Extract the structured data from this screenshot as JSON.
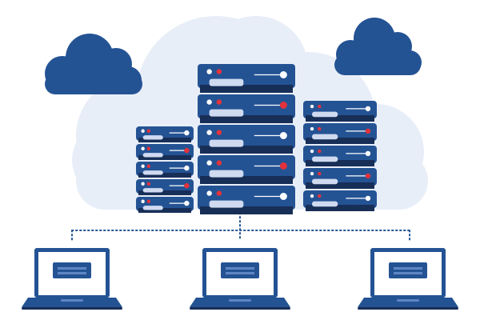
{
  "illustration": {
    "palette": {
      "background": "#ffffff",
      "cloud_light": "#e8eef8",
      "cloud_dark": "#245394",
      "server_body": "#245394",
      "server_dark": "#1b3f73",
      "server_shadow": "#172e57",
      "led_red": "#e2323c",
      "led_white": "#ffffff",
      "laptop_body": "#245394",
      "laptop_screen": "#ffffff",
      "laptop_window": "#245394",
      "connector": "#245394"
    },
    "clouds": [
      {
        "name": "background-cloud",
        "icon": "cloud-icon"
      },
      {
        "name": "cloud-left",
        "icon": "cloud-icon"
      },
      {
        "name": "cloud-right",
        "icon": "cloud-icon"
      }
    ],
    "server_racks": [
      {
        "name": "server-rack-left",
        "units": 5,
        "icon": "server-icon"
      },
      {
        "name": "server-rack-center",
        "units": 5,
        "icon": "server-icon"
      },
      {
        "name": "server-rack-right",
        "units": 5,
        "icon": "server-icon"
      }
    ],
    "clients": [
      {
        "name": "laptop-left",
        "icon": "laptop-icon"
      },
      {
        "name": "laptop-center",
        "icon": "laptop-icon"
      },
      {
        "name": "laptop-right",
        "icon": "laptop-icon"
      }
    ],
    "network": {
      "style": "dotted",
      "icon": "network-line-icon"
    }
  }
}
